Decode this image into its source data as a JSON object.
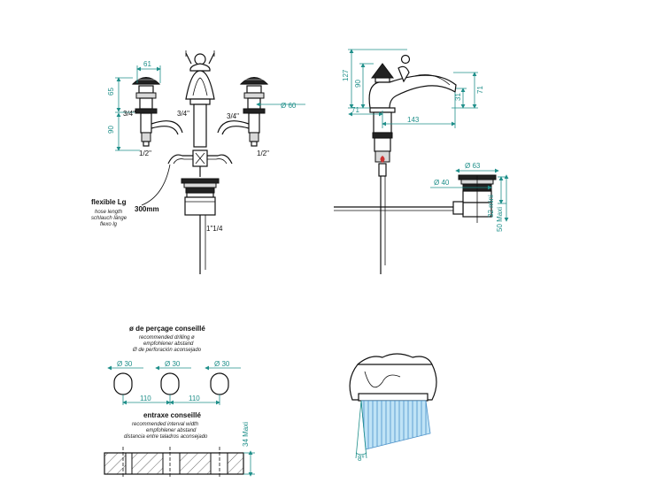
{
  "front_view": {
    "dim_top_width": "61",
    "dim_left_height_top": "65",
    "dim_left_height_bottom": "90",
    "thread_left_upper": "3/4\"",
    "thread_center": "3/4\"",
    "thread_right_upper": "3/4\"",
    "dim_diameter_right": "Ø 60",
    "thread_left_lower": "1/2\"",
    "thread_right_lower": "1/2\"",
    "hose_title": "flexible Lg",
    "hose_en": "hose length",
    "hose_de": "schlauch länge",
    "hose_es": "flexo lg",
    "hose_value": "300mm",
    "thread_waste": "1\"1/4"
  },
  "side_view": {
    "dim_127": "127",
    "dim_90": "90",
    "dim_71_right": "71",
    "dim_31": "31",
    "dim_71_bottom": "71",
    "dim_143": "143",
    "dim_d63": "Ø 63",
    "dim_d40": "Ø 40",
    "dim_32_mini": "32 mini",
    "dim_50_maxi": "50 Maxi"
  },
  "drilling": {
    "title": "ø de perçage conseillé",
    "en": "recommended drilling ø",
    "de": "empfohlener abstand",
    "es": "Ø de perforación aconsejado",
    "hole_1": "Ø 30",
    "hole_2": "Ø 30",
    "hole_3": "Ø 30",
    "spacing_1": "110",
    "spacing_2": "110"
  },
  "interval": {
    "title": "entraxe conseillé",
    "en": "recommended interval width",
    "de": "empfohlener abstand",
    "es": "distancia entre taladros aconsejado",
    "max_thickness": "34 Maxi"
  },
  "detail": {
    "angle": "8°"
  },
  "colors": {
    "dimension": "#1f8f8a",
    "water_stream": "#a9d8f2",
    "line": "#111111"
  }
}
